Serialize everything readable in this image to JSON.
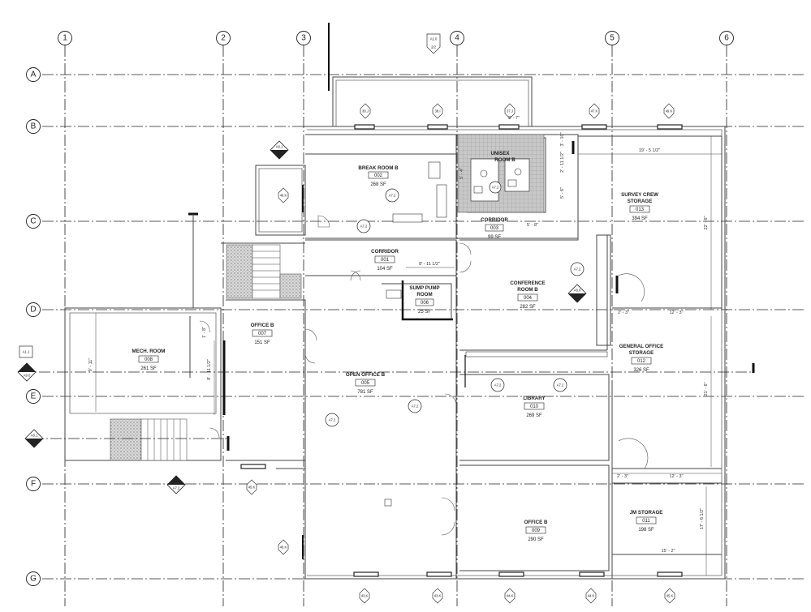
{
  "grid": {
    "columns": [
      "1",
      "2",
      "3",
      "4",
      "5",
      "6"
    ],
    "rows": [
      "A",
      "B",
      "C",
      "D",
      "E",
      "F",
      "G"
    ]
  },
  "rooms": [
    {
      "name": "BREAK ROOM B",
      "number": "002",
      "area": "268 SF"
    },
    {
      "name": "UNISEX",
      "name2": "ROOM B",
      "number": "",
      "area": ""
    },
    {
      "name": "CORRIDOR",
      "number": "003",
      "area": "99 SF"
    },
    {
      "name": "SURVEY CREW",
      "name2": "STORAGE",
      "number": "013",
      "area": "394 SF"
    },
    {
      "name": "CORRIDOR",
      "number": "001",
      "area": "104 SF"
    },
    {
      "name": "SUMP PUMP",
      "name2": "ROOM",
      "number": "006",
      "area": "25 SF"
    },
    {
      "name": "CONFERENCE",
      "name2": "ROOM B",
      "number": "004",
      "area": "282 SF"
    },
    {
      "name": "MECH. ROOM",
      "number": "008",
      "area": "261 SF"
    },
    {
      "name": "OFFICE B",
      "number": "007",
      "area": "151 SF"
    },
    {
      "name": "GENERAL OFFICE",
      "name2": "STORAGE",
      "number": "012",
      "area": "326 SF"
    },
    {
      "name": "OPEN OFFICE B",
      "number": "005",
      "area": "781 SF"
    },
    {
      "name": "LIBRARY",
      "number": "010",
      "area": "269 SF"
    },
    {
      "name": "OFFICE B",
      "number": "009",
      "area": "290 SF"
    },
    {
      "name": "JM STORAGE",
      "number": "011",
      "area": "198 SF"
    }
  ],
  "dimensions": {
    "survey_width": "19' - 5 1/2\"",
    "right_height_top": "22' - 6\"",
    "corridor_width": "8' - 11 1/2\"",
    "conf_left": "2' - 3\"",
    "conf_right": "12' - 3\"",
    "right_height_mid": "21' - 6\"",
    "lower_left": "2' - 3\"",
    "lower_right": "12' - 3\"",
    "jm_height": "17' - 6 1/2\"",
    "jm_width": "15' - 2\"",
    "mech_height": "9' - 11\"",
    "office_height": "8' - 11 1/2\"",
    "office_side": "1' - 8\"",
    "unisex_top": "3' - 7\"",
    "unisex_v1": "3' - 10\"",
    "unisex_v2": "2' - 11 1/2\"",
    "unisex_v3": "5' - 6\"",
    "unisex_bottom": "5' - 8\"",
    "unisex_side": "5' - 4\""
  },
  "tags": {
    "elev_top": "A1.0",
    "elev_top_sub": "2/2",
    "section_left_a": "A1.1",
    "section_left_b": "A9.0",
    "section_left_c": "A8.1",
    "sheet_a72": "A7.2",
    "sheet_a80": "A8.0",
    "sheet_a81": "A8.1",
    "wall_markers": [
      "38.J",
      "38.I",
      "37.J",
      "47.K",
      "49.K",
      "48.K",
      "43.K",
      "44.K",
      "46.K",
      "45.K"
    ]
  }
}
